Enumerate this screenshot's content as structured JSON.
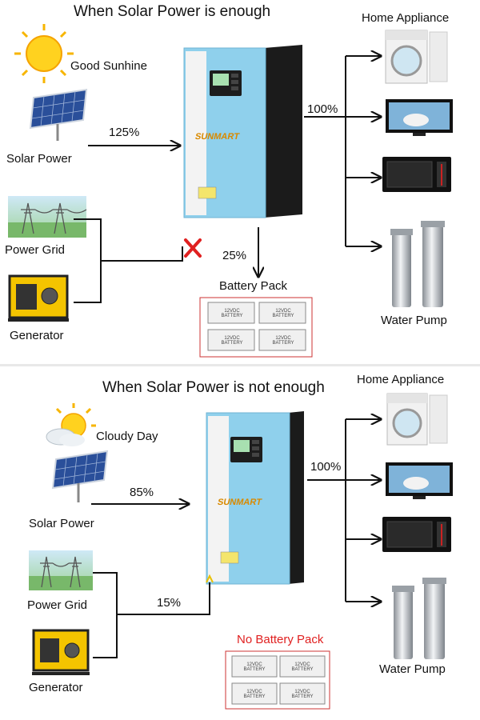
{
  "top": {
    "title": "When Solar Power is enough",
    "sun_label": "Good Sunhine",
    "solar_label": "Solar Power",
    "solar_percent": "125%",
    "grid_label": "Power Grid",
    "generator_label": "Generator",
    "battery_percent": "25%",
    "battery_label": "Battery Pack",
    "output_percent": "100%",
    "appliance_label": "Home Appliance",
    "pump_label": "Water Pump",
    "brand": "SUNMART",
    "battery_cell_text": "12VDC BATTERY"
  },
  "bottom": {
    "title": "When Solar Power is not enough",
    "sun_label": "Cloudy Day",
    "solar_label": "Solar Power",
    "solar_percent": "85%",
    "grid_label": "Power Grid",
    "generator_label": "Generator",
    "grid_percent": "15%",
    "battery_label": "No Battery Pack",
    "output_percent": "100%",
    "appliance_label": "Home Appliance",
    "pump_label": "Water Pump",
    "brand": "SUNMART",
    "battery_cell_text": "12VDC BATTERY"
  },
  "colors": {
    "inverter_blue": "#8fd0ec",
    "warning_red": "#e02020",
    "sun_yellow": "#f7b500",
    "panel_blue": "#2a4f9a"
  }
}
